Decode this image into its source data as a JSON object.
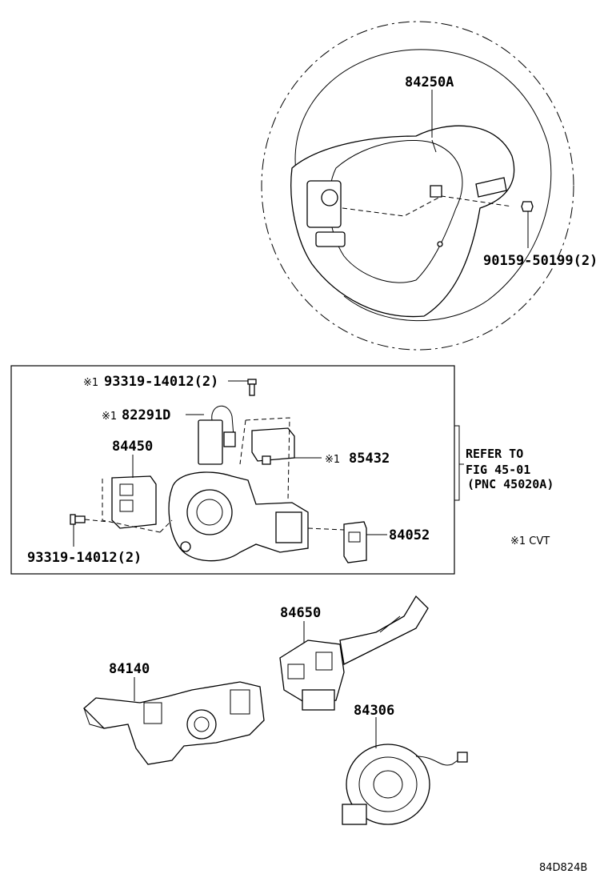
{
  "diagram": {
    "labels": {
      "steering_wheel": "84250A",
      "wheel_screw": "90159-50199(2)",
      "screw_top_mark": "※1",
      "screw_top": "93319-14012(2)",
      "wire_mark": "※1",
      "wire": "82291D",
      "lock_mark": "※1",
      "lock": "85432",
      "switch_left": "84450",
      "switch_right": "84052",
      "screw_bottom": "93319-14012(2)",
      "combo_right": "84650",
      "combo_left": "84140",
      "spiral": "84306"
    },
    "refer": {
      "line1": "REFER TO",
      "line2": "FIG 45-01",
      "line3": "(PNC 45020A)"
    },
    "note": "※1 CVT",
    "drawing_code": "84D824B"
  }
}
